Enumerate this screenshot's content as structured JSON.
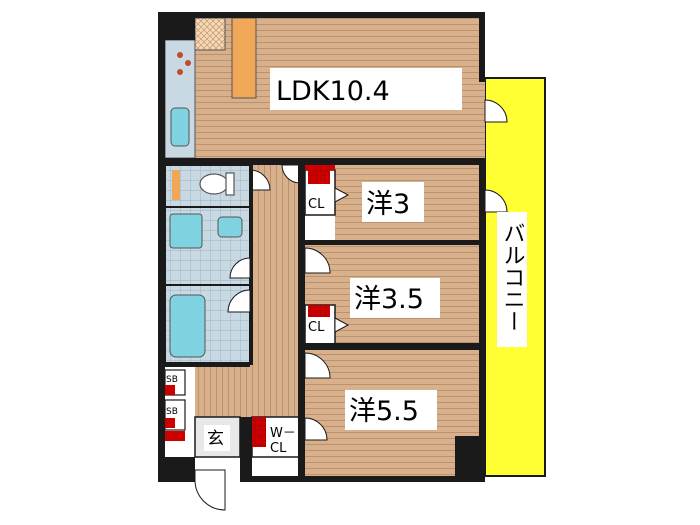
{
  "plan": {
    "colors": {
      "wall": "#1a1a1a",
      "wood": "#d9b08c",
      "wood_line": "#9a7355",
      "tile": "#c9d9e4",
      "tile_line": "#8fa7b6",
      "fixture": "#7fd3e0",
      "balcony": "#ffff33",
      "storage": "#cc0000",
      "kitchen_accent": "#f0a858"
    },
    "rooms": {
      "ldk": "LDK10.4",
      "bedroom_1": "洋3",
      "bedroom_2": "洋3.5",
      "bedroom_3": "洋5.5",
      "entrance": "玄",
      "balcony": "バルコニー"
    },
    "storage": {
      "closet_1": "CL",
      "closet_2": "CL",
      "walk_in_top": "W－",
      "walk_in_bottom": "CL",
      "shoe_box_1": "SB",
      "shoe_box_2": "SB"
    }
  }
}
